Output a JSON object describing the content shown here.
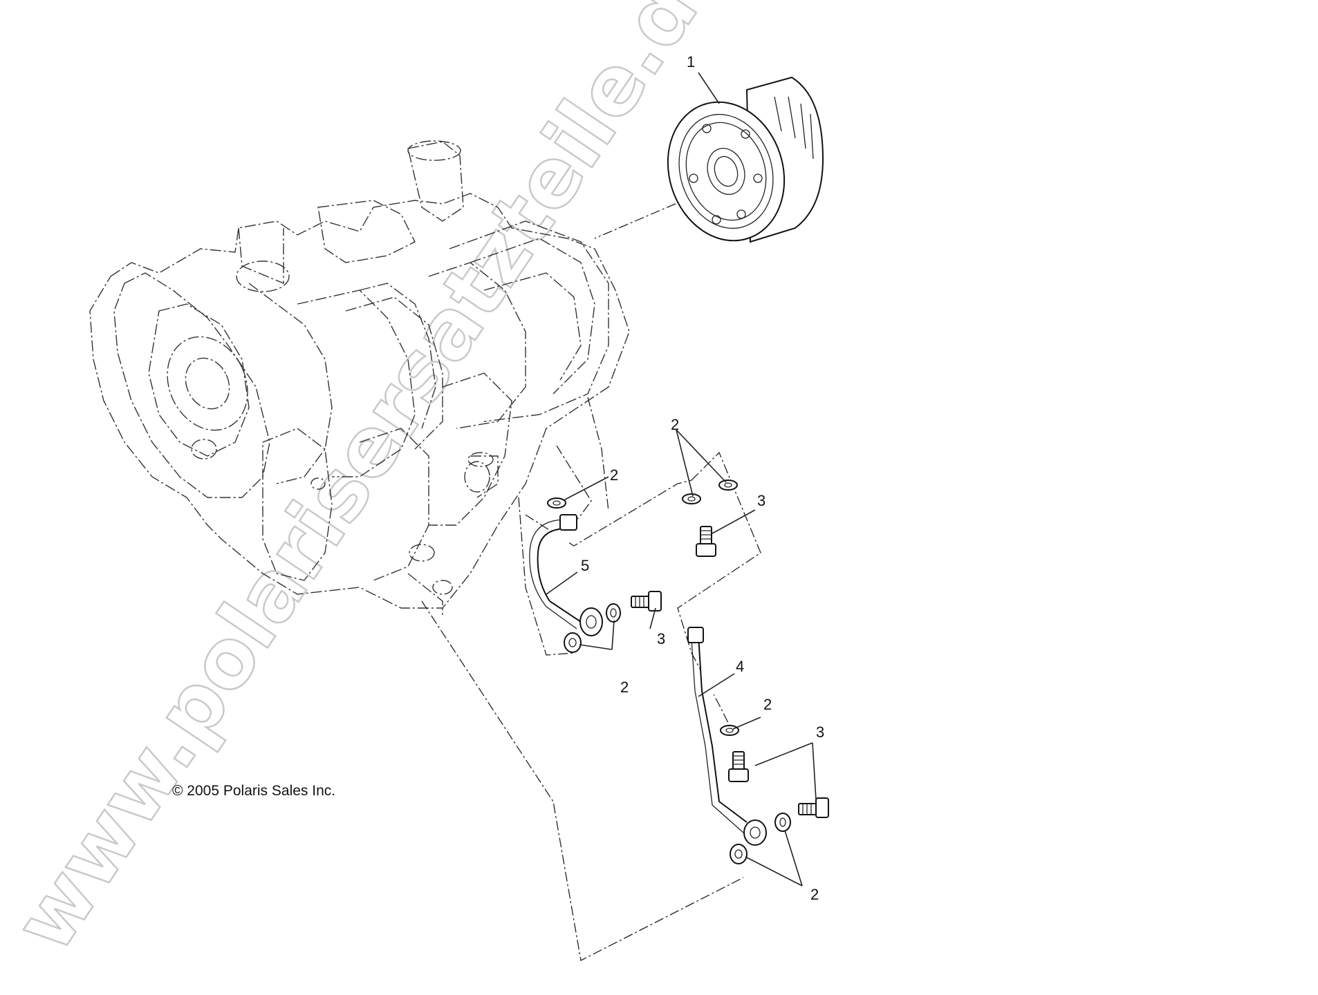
{
  "callouts": {
    "c1": "1",
    "c2a": "2",
    "c2b": "2",
    "c2c": "2",
    "c2d": "2",
    "c2e": "2",
    "c3a": "3",
    "c3b": "3",
    "c3c": "3",
    "c4": "4",
    "c5": "5"
  },
  "copyright": "© 2005 Polaris Sales Inc.",
  "watermark": "www.polarisersatzteile.de"
}
